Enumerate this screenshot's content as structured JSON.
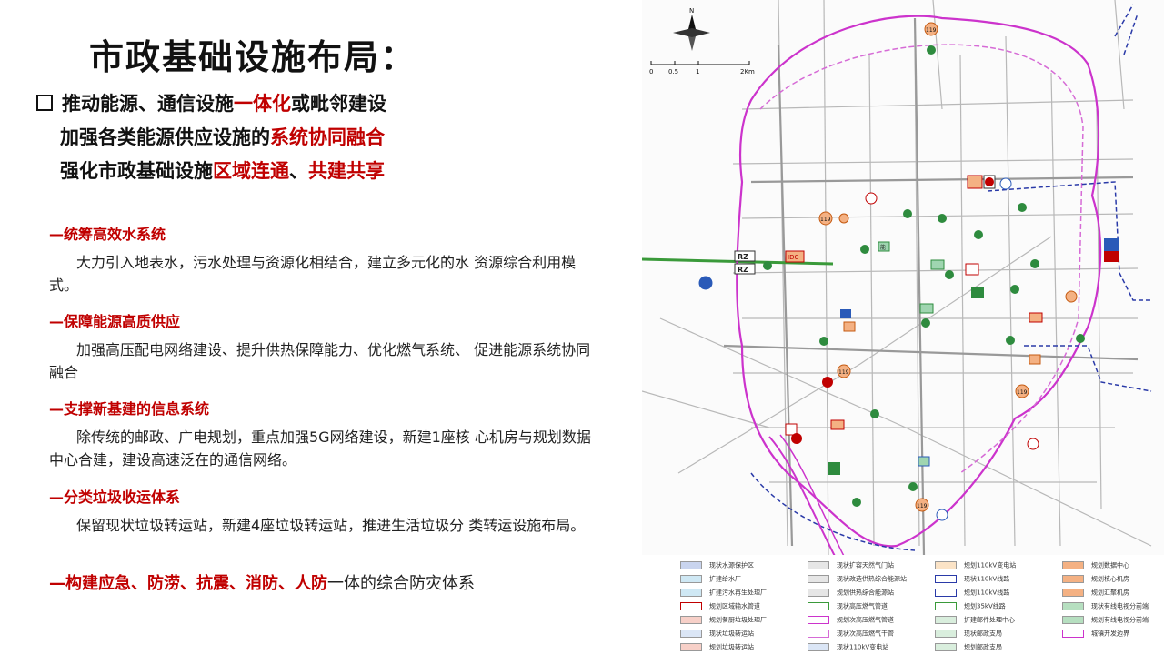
{
  "title": "市政基础设施布局：",
  "bullets": [
    {
      "pre": "推动能源、通信设施",
      "hl1": "一体化",
      "mid": "或毗邻建设",
      "hl2": "",
      "post": ""
    },
    {
      "pre": "加强各类能源供应设施的",
      "hl1": "系统协同融合",
      "mid": "",
      "hl2": "",
      "post": ""
    },
    {
      "pre": "强化市政基础设施",
      "hl1": "区域连通",
      "mid": "、",
      "hl2": "共建共享",
      "post": ""
    }
  ],
  "sections": [
    {
      "heading": "—统筹高效水系统",
      "body": "大力引入地表水，污水处理与资源化相结合，建立多元化的水 资源综合利用模式。"
    },
    {
      "heading": "—保障能源高质供应",
      "body": "加强高压配电网络建设、提升供热保障能力、优化燃气系统、 促进能源系统协同融合"
    },
    {
      "heading": "—支撑新基建的信息系统",
      "body": "除传统的邮政、广电规划，重点加强5G网络建设，新建1座核 心机房与规划数据中心合建，建设高速泛在的通信网络。"
    },
    {
      "heading": "—分类垃圾收运体系",
      "body": "保留现状垃圾转运站，新建4座垃圾转运站，推进生活垃圾分 类转运设施布局。"
    }
  ],
  "last_line": {
    "red": "—构建应急、防涝、抗震、消防、人防",
    "plain": "一体的综合防灾体系"
  },
  "map": {
    "north": "N",
    "scale": [
      "0",
      "0.5",
      "1",
      "2Km"
    ],
    "labels": {
      "rz1": "RZ",
      "rz2": "RZ",
      "idc": "IDC",
      "fire": "119",
      "neng": "能"
    }
  },
  "legend": [
    "现状水源保护区",
    "扩建给水厂",
    "扩建污水再生处理厂",
    "规划区域输水管道",
    "规划餐厨垃圾处理厂",
    "现状垃圾转运站",
    "规划垃圾转运站",
    "现状扩容天然气门站",
    "现状改造供热综合能源站",
    "规划供热综合能源站",
    "现状高压燃气管道",
    "规划次高压燃气管道",
    "现状次高压燃气干管",
    "现状110kV变电站",
    "规划110kV变电站",
    "现状110kV线路",
    "规划110kV线路",
    "规划35kV线路",
    "扩建邮件处理中心",
    "现状邮政支局",
    "规划邮政支局",
    "规划数据中心",
    "规划核心机房",
    "规划汇聚机房",
    "现状有线电视分前端",
    "规划有线电视分前端",
    "城镇开发边界"
  ],
  "colors": {
    "accent": "#c00000",
    "text": "#111111",
    "boundary": "#cc33cc",
    "road": "#b8b8b8"
  }
}
